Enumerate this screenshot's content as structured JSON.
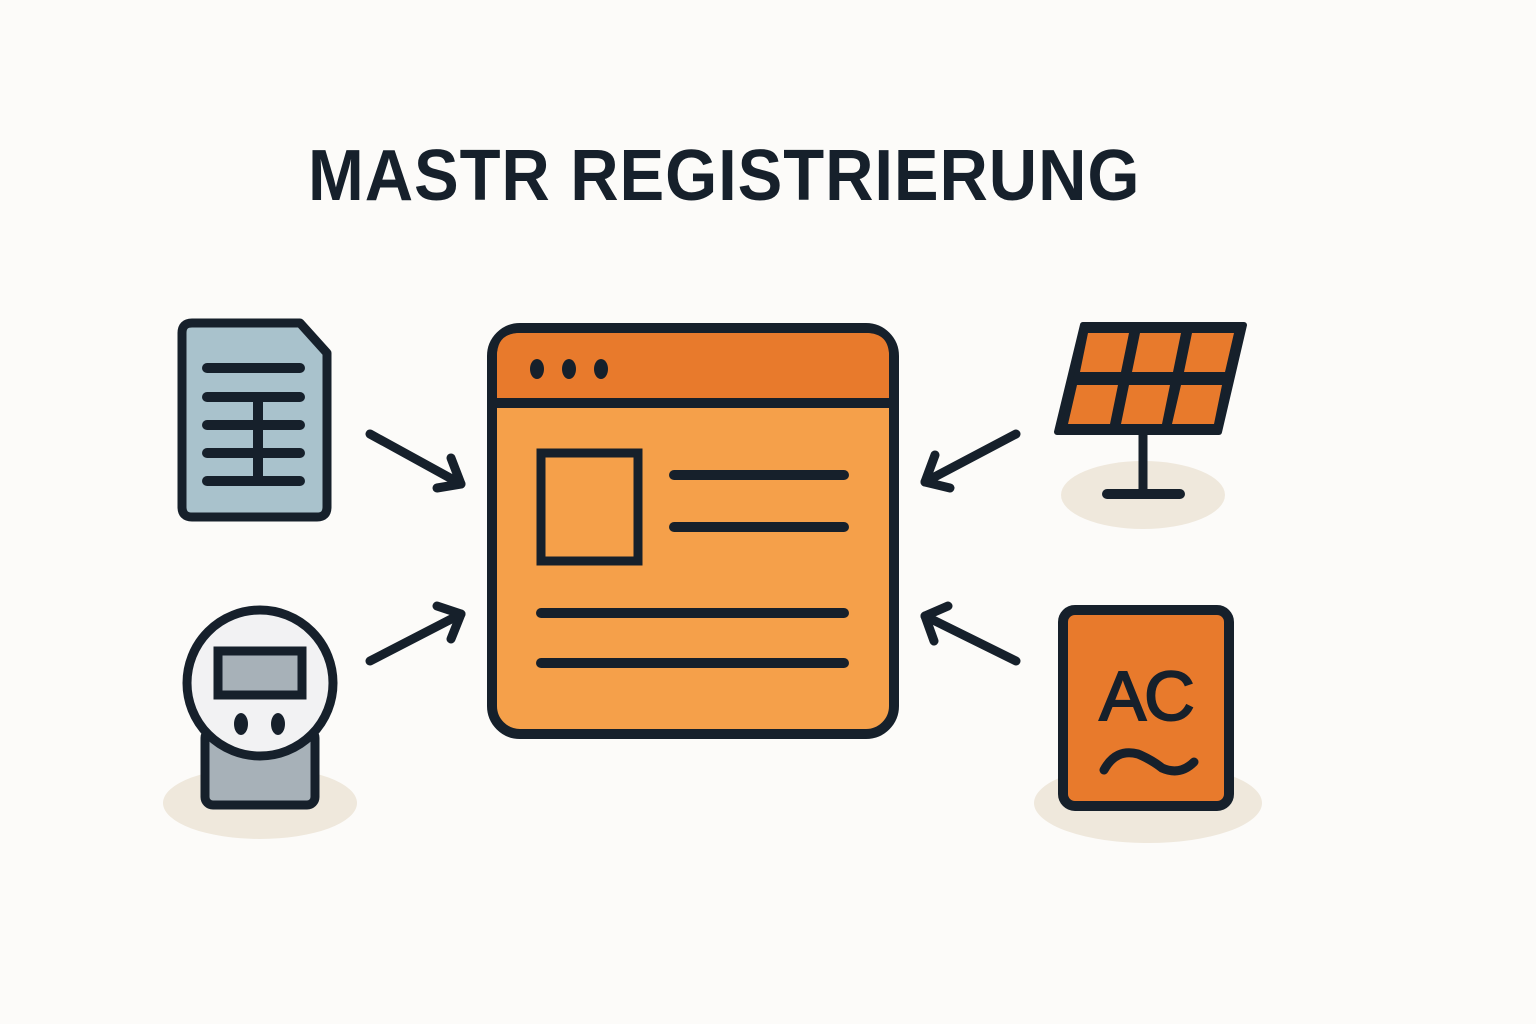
{
  "title": "MASTR REGISTRIERUNG",
  "colors": {
    "background": "#fcfbf9",
    "outline": "#16202b",
    "orange_light": "#f5a04a",
    "orange_dark": "#e87a2c",
    "document_fill": "#a9c2cc",
    "meter_face": "#f2f2f3",
    "meter_gray": "#a7b1b8",
    "shadow": "#efe8dc"
  },
  "diagram": {
    "center": {
      "label": "web-portal-window",
      "window_dots": 3
    },
    "inputs": [
      {
        "id": "document",
        "icon": "document-icon",
        "position": "top-left"
      },
      {
        "id": "meter",
        "icon": "electricity-meter-icon",
        "position": "bottom-left"
      },
      {
        "id": "solar",
        "icon": "solar-panel-icon",
        "position": "top-right"
      },
      {
        "id": "inverter",
        "icon": "ac-inverter-icon",
        "position": "bottom-right",
        "text": "AC",
        "symbol": "~"
      }
    ]
  }
}
